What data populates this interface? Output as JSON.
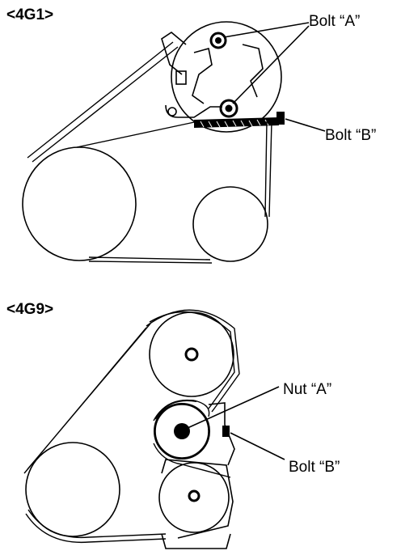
{
  "sections": [
    {
      "heading": "<4G1>",
      "labels": {
        "bolt_a": "Bolt “A”",
        "bolt_b": "Bolt “B”"
      }
    },
    {
      "heading": "<4G9>",
      "labels": {
        "nut_a": "Nut “A”",
        "bolt_b": "Bolt “B”"
      }
    }
  ]
}
